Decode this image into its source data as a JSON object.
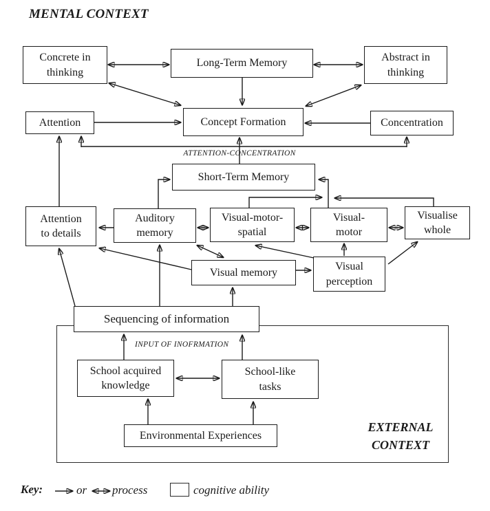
{
  "labels": {
    "mental_context": "MENTAL CONTEXT",
    "attention_concentration": "ATTENTION-CONCENTRATION",
    "input_of_information": "INPUT OF INOFRMATION",
    "external_context": "EXTERNAL\nCONTEXT"
  },
  "nodes": {
    "concrete_in_thinking": "Concrete in\nthinking",
    "long_term_memory": "Long-Term Memory",
    "abstract_in_thinking": "Abstract in\nthinking",
    "attention": "Attention",
    "concept_formation": "Concept Formation",
    "concentration": "Concentration",
    "short_term_memory": "Short-Term Memory",
    "attention_to_details": "Attention\nto details",
    "auditory_memory": "Auditory\nmemory",
    "visual_motor_spatial": "Visual-motor-\nspatial",
    "visual_motor": "Visual-\nmotor",
    "visualise_whole": "Visualise\nwhole",
    "visual_memory": "Visual memory",
    "visual_perception": "Visual\nperception",
    "sequencing_of_information": "Sequencing of information",
    "school_acquired_knowledge": "School acquired\nknowledge",
    "school_like_tasks": "School-like\ntasks",
    "environmental_experiences": "Environmental Experiences"
  },
  "key": {
    "key_label": "Key:",
    "or_label": "or",
    "process_label": "process",
    "cognitive_ability_label": "cognitive ability"
  },
  "colors": {
    "line": "#1a1a1a",
    "background": "#ffffff"
  }
}
